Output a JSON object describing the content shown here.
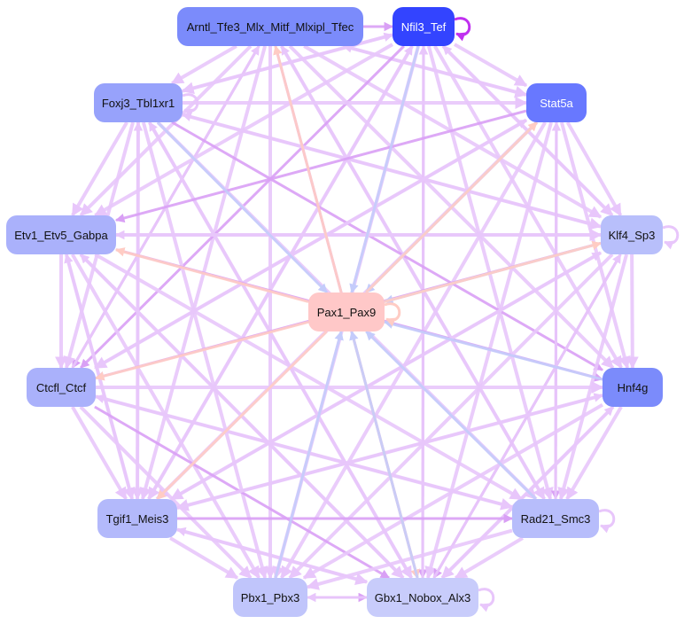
{
  "nodes": [
    {
      "id": "arntl",
      "label": "Arntl_Tfe3_Mlx_Mitf_Mlxipl_Tfec",
      "color": "#7b8bfb",
      "text": "#111111"
    },
    {
      "id": "nfil3",
      "label": "Nfil3_Tef",
      "color": "#3344ff",
      "text": "#ffffff"
    },
    {
      "id": "foxj3",
      "label": "Foxj3_Tbl1xr1",
      "color": "#97a2fb",
      "text": "#111111"
    },
    {
      "id": "stat5a",
      "label": "Stat5a",
      "color": "#6878ff",
      "text": "#ffffff"
    },
    {
      "id": "etv1",
      "label": "Etv1_Etv5_Gabpa",
      "color": "#aab1fb",
      "text": "#111111"
    },
    {
      "id": "klf4",
      "label": "Klf4_Sp3",
      "color": "#b8bffb",
      "text": "#111111"
    },
    {
      "id": "pax1",
      "label": "Pax1_Pax9",
      "color": "#ffc8c8",
      "text": "#111111"
    },
    {
      "id": "ctcf",
      "label": "Ctcfl_Ctcf",
      "color": "#aab1fb",
      "text": "#111111"
    },
    {
      "id": "hnf4g",
      "label": "Hnf4g",
      "color": "#7b8bfb",
      "text": "#111111"
    },
    {
      "id": "tgif1",
      "label": "Tgif1_Meis3",
      "color": "#b3b9fb",
      "text": "#111111"
    },
    {
      "id": "rad21",
      "label": "Rad21_Smc3",
      "color": "#b7bdfb",
      "text": "#111111"
    },
    {
      "id": "pbx1",
      "label": "Pbx1_Pbx3",
      "color": "#c0c5fb",
      "text": "#111111"
    },
    {
      "id": "gbx1",
      "label": "Gbx1_Nobox_Alx3",
      "color": "#c8ccfb",
      "text": "#111111"
    }
  ],
  "edge_colors": {
    "default": "#e8c6fb",
    "strong": "#d9a0f5",
    "pink": "#ffccc4",
    "blue": "#c4ccfb",
    "loop_strong": "#c030f0"
  },
  "pax_edges": [
    {
      "from": "pax1",
      "to": "arntl",
      "kind": "pink"
    },
    {
      "from": "nfil3",
      "to": "pax1",
      "kind": "blue"
    },
    {
      "from": "foxj3",
      "to": "pax1",
      "kind": "blue"
    },
    {
      "from": "stat5a",
      "to": "pax1",
      "kind": "blue"
    },
    {
      "from": "pax1",
      "to": "stat5a",
      "kind": "pink"
    },
    {
      "from": "pax1",
      "to": "etv1",
      "kind": "pink"
    },
    {
      "from": "klf4",
      "to": "pax1",
      "kind": "blue"
    },
    {
      "from": "pax1",
      "to": "klf4",
      "kind": "pink"
    },
    {
      "from": "pax1",
      "to": "ctcf",
      "kind": "pink"
    },
    {
      "from": "hnf4g",
      "to": "pax1",
      "kind": "blue"
    },
    {
      "from": "pax1",
      "to": "tgif1",
      "kind": "pink"
    },
    {
      "from": "rad21",
      "to": "pax1",
      "kind": "blue"
    },
    {
      "from": "pbx1",
      "to": "pax1",
      "kind": "blue"
    },
    {
      "from": "pax1",
      "to": "gbx1",
      "kind": "pink"
    },
    {
      "from": "gbx1",
      "to": "pax1",
      "kind": "blue"
    }
  ],
  "self_loops": [
    "nfil3",
    "pax1",
    "klf4",
    "rad21",
    "gbx1",
    "foxj3"
  ]
}
